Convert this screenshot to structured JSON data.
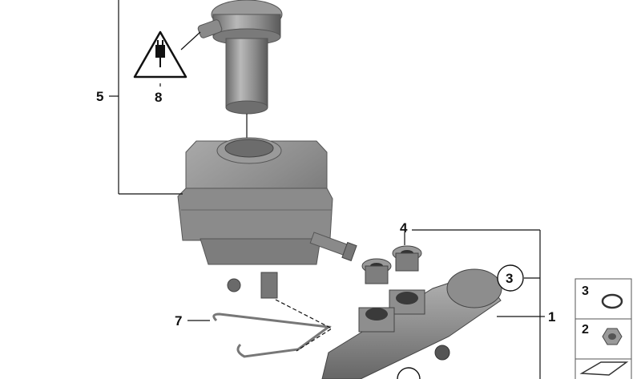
{
  "callouts": {
    "c1": "1",
    "c3": "3",
    "c4": "4",
    "c5": "5",
    "c7": "7",
    "c8": "8"
  },
  "legend": {
    "items": [
      {
        "number": "3",
        "icon": "o-ring-icon"
      },
      {
        "number": "2",
        "icon": "hex-nut-icon"
      },
      {
        "number": "",
        "icon": "arrow-part-icon"
      }
    ]
  },
  "colors": {
    "part_gray": "#8c8c8c",
    "part_dark": "#5e5e5e",
    "part_light": "#b8b8b8",
    "line": "#111111"
  }
}
